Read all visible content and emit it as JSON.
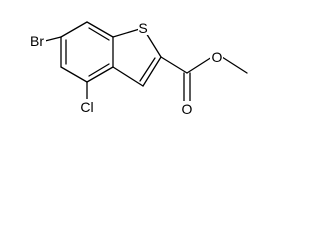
{
  "molecule": {
    "atom_labels": {
      "sulfur": "S",
      "bromine": "Br",
      "chlorine": "Cl",
      "carbonyl_oxygen": "O",
      "ester_oxygen": "O"
    }
  }
}
